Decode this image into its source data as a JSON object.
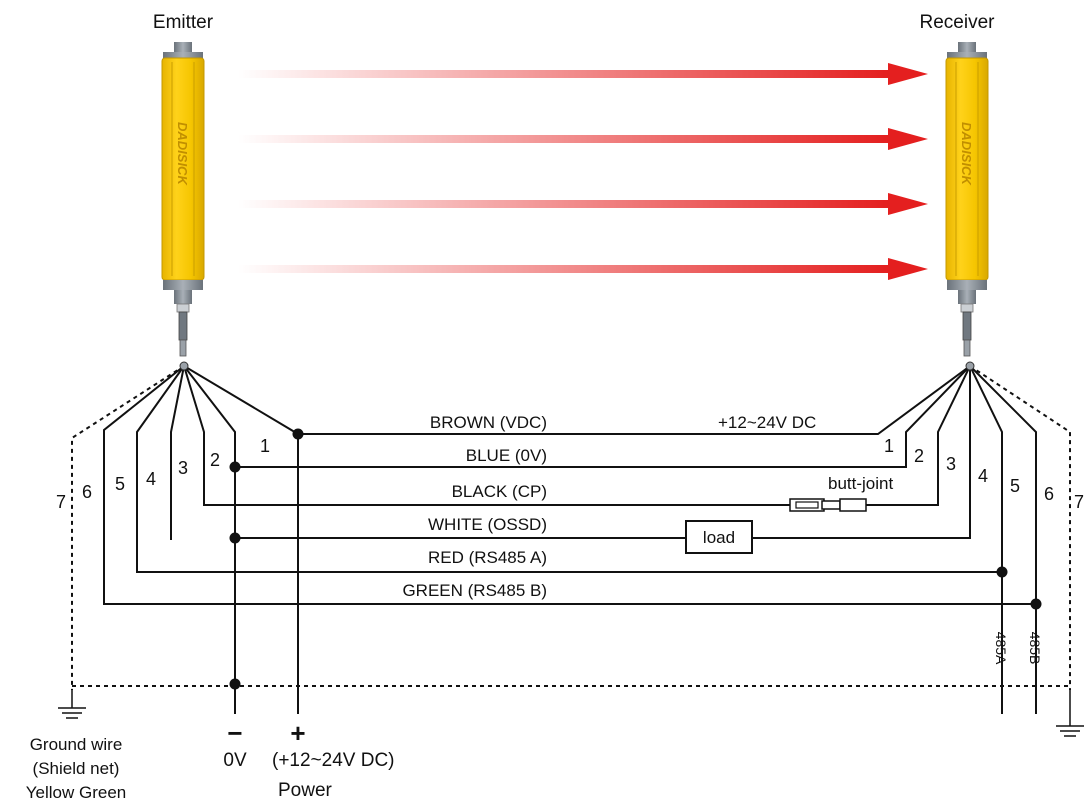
{
  "emitter": {
    "title": "Emitter",
    "brand": "DADISICK"
  },
  "receiver": {
    "title": "Receiver",
    "brand": "DADISICK"
  },
  "beam_count": 4,
  "wires": [
    {
      "name": "BROWN (VDC)",
      "number": "1"
    },
    {
      "name": "BLUE (0V)",
      "number": "2"
    },
    {
      "name": "BLACK (CP)",
      "number": "3"
    },
    {
      "name": "WHITE (OSSD)",
      "number": "4"
    },
    {
      "name": "RED (RS485 A)",
      "number": "5"
    },
    {
      "name": "GREEN (RS485 B)",
      "number": "6"
    }
  ],
  "shield_number": "7",
  "labels": {
    "supply_note": "+12~24V DC",
    "butt_joint": "butt-joint",
    "load": "load",
    "rs485a": "485A",
    "rs485b": "485B",
    "minus": "−",
    "plus": "+",
    "ov": "0V",
    "power_voltage": "(+12~24V DC)",
    "power": "Power",
    "ground_line1": "Ground wire",
    "ground_line2": "(Shield net)",
    "ground_line3": "Yellow Green"
  },
  "colors": {
    "housing": "#f5c500",
    "housing_dark": "#d9a800",
    "cap": "#808890",
    "beam_start": "#ffffff",
    "beam_end": "#e41f1f",
    "wire": "#111111"
  }
}
